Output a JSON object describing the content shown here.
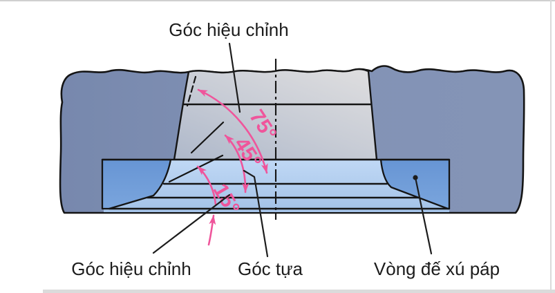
{
  "diagram": {
    "top_label": "Góc hiệu chỉnh",
    "angles": {
      "correction_upper": "75°",
      "seat": "45°",
      "correction_lower": "15°"
    },
    "bottom_labels": {
      "correction": "Góc hiệu chỉnh",
      "seat": "Góc tựa",
      "ring": "Vòng đế xú páp"
    },
    "colors": {
      "pink": "#ef559b",
      "head_body": "#7e90b4",
      "seat_ring": "#6f9cd8",
      "seat_band": "#b2cfee",
      "port": "#c9cdd6",
      "outline": "#141414"
    }
  }
}
